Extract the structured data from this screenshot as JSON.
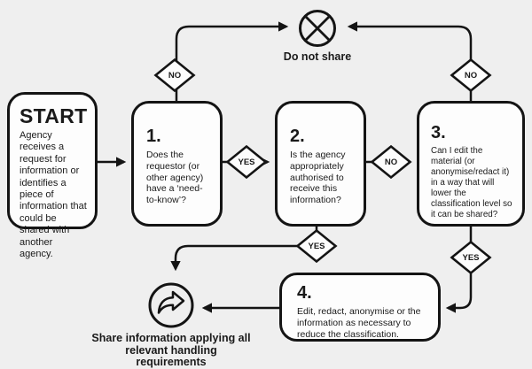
{
  "colors": {
    "background": "#efefef",
    "line": "#141414",
    "node_background": "#fdfdfd",
    "text": "#1a1a1a"
  },
  "start": {
    "title": "START",
    "body": "Agency receives a request for information or identifies a piece of information that could be shared with another agency."
  },
  "steps": [
    {
      "number": "1.",
      "body": "Does the requestor (or other agency) have a ‘need-to-know’?"
    },
    {
      "number": "2.",
      "body": "Is the agency appropriately authorised to receive this information?"
    },
    {
      "number": "3.",
      "body": "Can I edit the material (or anonymise/redact it) in a way that will lower the classification level so it can be shared?"
    },
    {
      "number": "4.",
      "body": "Edit, redact, anonymise or the information as necessary to reduce the classification."
    }
  ],
  "diamonds": [
    {
      "id": "no-above-step1",
      "label": "NO"
    },
    {
      "id": "yes-step1-to-step2",
      "label": "YES"
    },
    {
      "id": "no-step2-to-step3",
      "label": "NO"
    },
    {
      "id": "no-above-step3",
      "label": "NO"
    },
    {
      "id": "yes-below-step2",
      "label": "YES"
    },
    {
      "id": "yes-below-step3",
      "label": "YES"
    }
  ],
  "outcomes": {
    "do_not_share": {
      "label": "Do not share",
      "icon": "circle-x-icon"
    },
    "share": {
      "label": "Share information applying all relevant handling requirements",
      "icon": "circle-share-arrow-icon"
    }
  }
}
